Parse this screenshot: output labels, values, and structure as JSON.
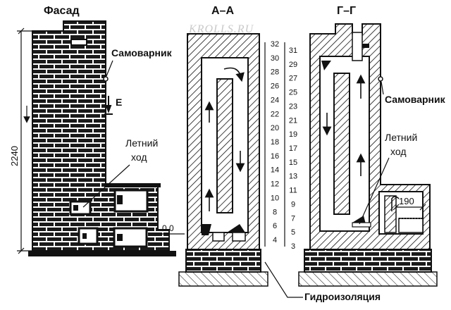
{
  "titles": {
    "facade": "Фасад",
    "section_a": "А–А",
    "section_g": "Г–Г"
  },
  "watermark": "KROLLS.RU",
  "labels": {
    "samovarnik_left": "Самоварник",
    "samovarnik_right": "Самоварник",
    "letniy_left_1": "Летний",
    "letniy_left_2": "ход",
    "letniy_right_1": "Летний",
    "letniy_right_2": "ход",
    "section_mark": "Е",
    "level_zero": "0.0",
    "height_dim": "2240",
    "width_dim": "190",
    "waterproofing": "Гидроизоляция"
  },
  "row_numbers": {
    "left_column": [
      "32",
      "30",
      "28",
      "26",
      "24",
      "22",
      "20",
      "18",
      "16",
      "14",
      "12",
      "10",
      "8",
      "6",
      "4"
    ],
    "right_column": [
      "31",
      "29",
      "27",
      "25",
      "23",
      "21",
      "19",
      "17",
      "15",
      "13",
      "11",
      "9",
      "7",
      "5",
      "3"
    ]
  }
}
